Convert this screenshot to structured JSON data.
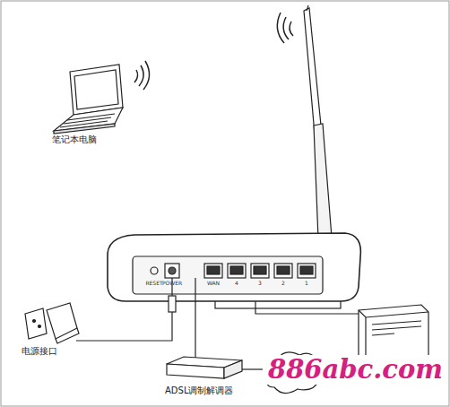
{
  "diagram": {
    "nodes": [
      {
        "text": [
          "笔记本电脑"
        ]
      },
      {
        "text": [
          "电源接口"
        ]
      },
      {
        "text": [
          "ADSL调制解调器"
        ]
      }
    ],
    "labels": [
      "RESET",
      "POWER",
      "WAN",
      "4",
      "3",
      "2",
      "1",
      "886abc.com"
    ]
  }
}
